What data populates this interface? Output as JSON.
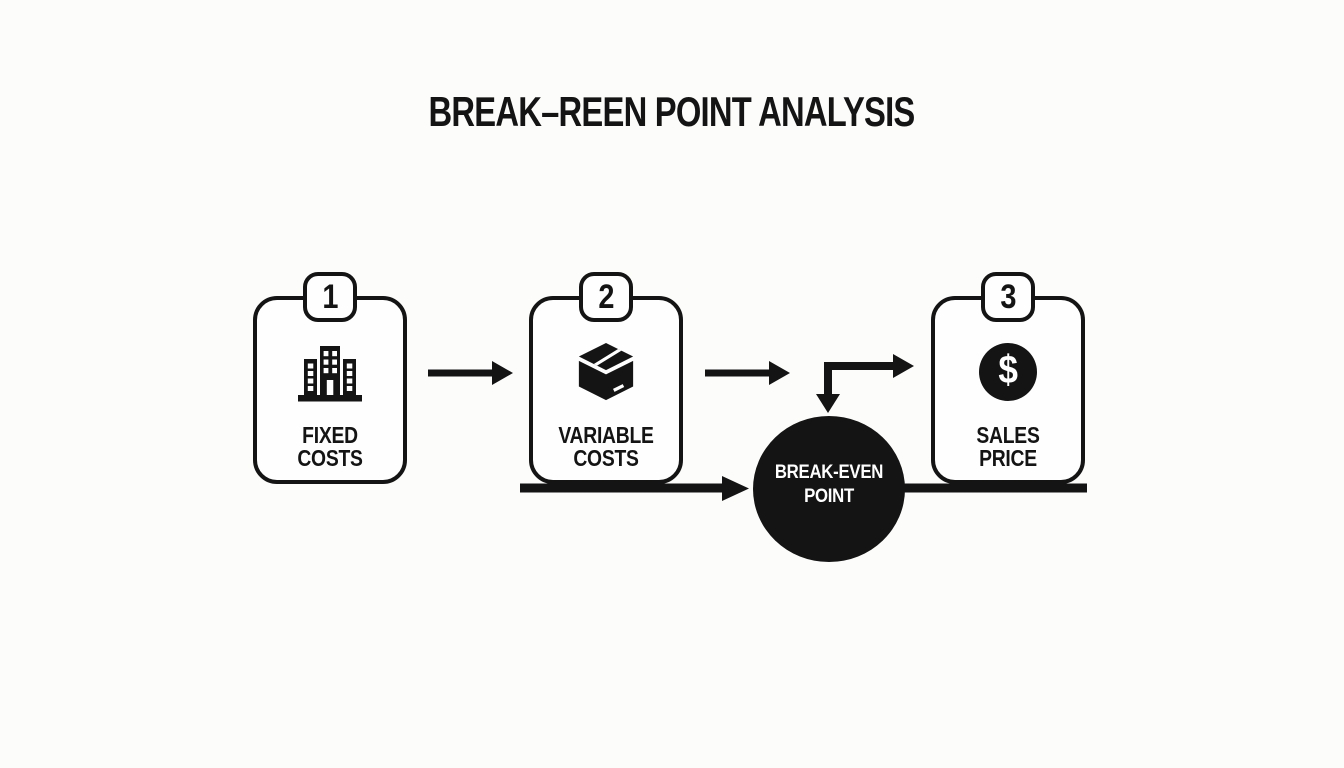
{
  "title": "BREAK–REEN POINT ANALYSIS",
  "colors": {
    "background": "#fcfcfb",
    "ink": "#141414",
    "card_fill": "#fefefe",
    "center_fill": "#141414",
    "center_text_color": "#ffffff"
  },
  "steps": [
    {
      "number": "1",
      "label": "FIXED COSTS",
      "icon": "building-icon"
    },
    {
      "number": "2",
      "label": "VARIABLE COSTS",
      "icon": "package-icon"
    },
    {
      "number": "3",
      "label": "SALES PRICE",
      "icon": "dollar-sign-icon",
      "dollar_glyph": "$"
    }
  ],
  "center_node": {
    "label_line1": "BREAK-EVEN",
    "label_line2": "POINT"
  }
}
